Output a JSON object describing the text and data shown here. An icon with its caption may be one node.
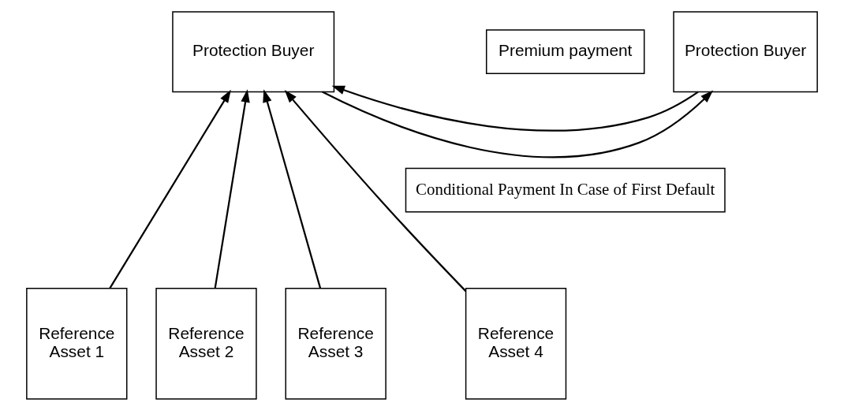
{
  "diagram": {
    "nodes": [
      {
        "text": [
          "Protection Buyer"
        ]
      },
      {
        "text": [
          "Protection Buyer"
        ]
      },
      {
        "text": [
          "Premium payment"
        ]
      },
      {
        "text": [
          "Conditional Payment In Case of First Default"
        ]
      },
      {
        "text": [
          "Reference Asset 1"
        ]
      },
      {
        "text": [
          "Reference Asset 2"
        ]
      },
      {
        "text": [
          "Reference Asset 3"
        ]
      },
      {
        "text": [
          "Reference Asset 4"
        ]
      }
    ],
    "edges": [
      {
        "from": 1,
        "to": 0,
        "arrow": "to"
      },
      {
        "from": 0,
        "to": 1,
        "arrow": "to"
      },
      {
        "from": 4,
        "to": 0,
        "arrow": "to"
      },
      {
        "from": 5,
        "to": 0,
        "arrow": "to"
      },
      {
        "from": 6,
        "to": 0,
        "arrow": "to"
      },
      {
        "from": 7,
        "to": 0,
        "arrow": "to"
      }
    ]
  }
}
